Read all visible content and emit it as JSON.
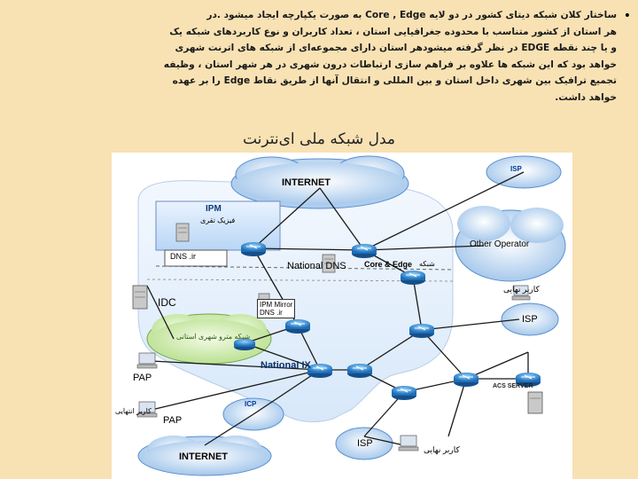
{
  "paragraph": {
    "bullet": "•",
    "lines": [
      "ساختار کلان شبکه دیتای کشور در دو لایه Core , Edge به صورت یکپارچه ایجاد میشود .در",
      "هر استان از کشور متناسب با محدوده جغرافیایی استان ، تعداد کاربران و نوع کاربردهای شبکه یک",
      "و یا چند نقطه EDGE در نظر گرفته میشودهر استان دارای مجموعه‌ای از شبکه های اترنت شهری",
      "خواهد بود که این شبکه ها علاوه بر فراهم سازی ارتباطات درون شهری در هر شهر استان ، وظیفه",
      "تجمیع ترافیک بین شهری داخل استان و بین المللی و انتقال آنها از طریق نقاط Edge را بر عهده",
      "خواهد داشت."
    ]
  },
  "subtitle": "مدل شبکه ملی ای‌نترنت",
  "diagram": {
    "isp_top": "ISP",
    "internet_top": "INTERNET",
    "ipm_title": "IPM",
    "ipm_sub": "فیزیک تقری",
    "dns_ir": "DNS .ir",
    "national_dns": "National DNS",
    "core_edge": "Core & Edge",
    "shabake": "شبکه",
    "other_operator": "Other Operator",
    "idc": "IDC",
    "ipm_mirror_line1": "IPM Mirror",
    "ipm_mirror_line2": "DNS .ir",
    "user_final_right": "کاربر نهایی",
    "isp_right": "ISP",
    "metro_cloud": "شبکه مترو شهری استانی",
    "national_ix": "National IX",
    "pap_top": "PAP",
    "user_final_left": "کاربر انتهایی",
    "pap_bottom": "PAP",
    "icp": "ICP",
    "acs_server": "ACS SERVER",
    "isp_bottom": "ISP",
    "user_final_bottom": "کاربر نهایی",
    "internet_bottom": "INTERNET"
  }
}
